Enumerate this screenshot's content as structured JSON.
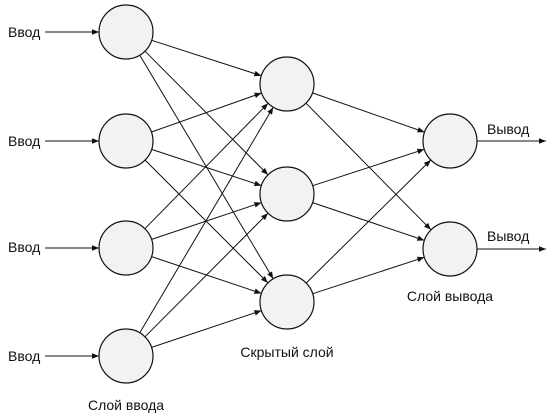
{
  "input_layer": {
    "label": "Слой ввода",
    "nodes": [
      {
        "id": "i1",
        "label": "Ввод"
      },
      {
        "id": "i2",
        "label": "Ввод"
      },
      {
        "id": "i3",
        "label": "Ввод"
      },
      {
        "id": "i4",
        "label": "Ввод"
      }
    ]
  },
  "hidden_layer": {
    "label": "Скрытый слой",
    "nodes": [
      {
        "id": "h1"
      },
      {
        "id": "h2"
      },
      {
        "id": "h3"
      }
    ]
  },
  "output_layer": {
    "label": "Слой вывода",
    "nodes": [
      {
        "id": "o1",
        "label": "Вывод"
      },
      {
        "id": "o2",
        "label": "Вывод"
      }
    ]
  },
  "edges": [
    [
      "i1",
      "h1"
    ],
    [
      "i1",
      "h2"
    ],
    [
      "i1",
      "h3"
    ],
    [
      "i2",
      "h1"
    ],
    [
      "i2",
      "h2"
    ],
    [
      "i2",
      "h3"
    ],
    [
      "i3",
      "h1"
    ],
    [
      "i3",
      "h2"
    ],
    [
      "i3",
      "h3"
    ],
    [
      "i4",
      "h1"
    ],
    [
      "i4",
      "h2"
    ],
    [
      "i4",
      "h3"
    ],
    [
      "h1",
      "o1"
    ],
    [
      "h1",
      "o2"
    ],
    [
      "h2",
      "o1"
    ],
    [
      "h2",
      "o2"
    ],
    [
      "h3",
      "o1"
    ],
    [
      "h3",
      "o2"
    ]
  ],
  "colors": {
    "node_fill": "#f2f2f2",
    "stroke": "#111111"
  }
}
